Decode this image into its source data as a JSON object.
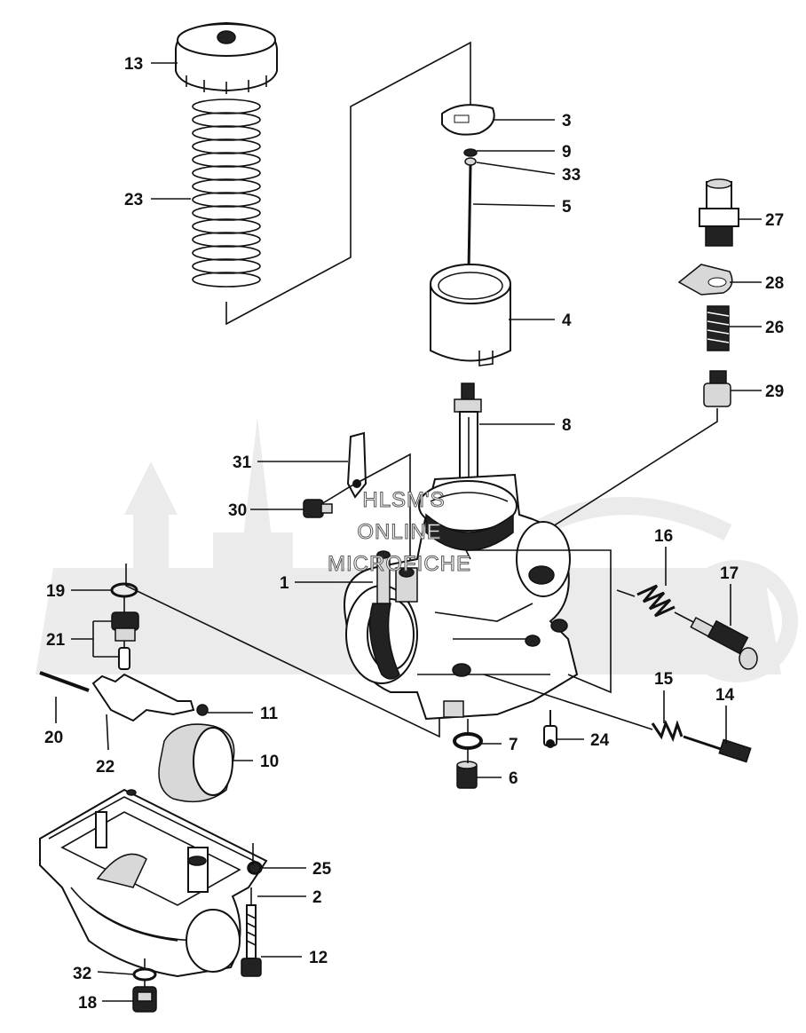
{
  "watermark": {
    "line1": "HLSM'S",
    "line2": "ONLINE",
    "line3": "MICROFICHE"
  },
  "callouts": [
    "13",
    "23",
    "3",
    "9",
    "33",
    "5",
    "4",
    "8",
    "27",
    "28",
    "26",
    "29",
    "31",
    "30",
    "1",
    "16",
    "17",
    "19",
    "21",
    "20",
    "22",
    "11",
    "10",
    "15",
    "14",
    "7",
    "24",
    "6",
    "25",
    "2",
    "12",
    "32",
    "18"
  ],
  "colors": {
    "ink": "#111111",
    "background": "#ffffff",
    "watermark": "#e6e6e6"
  }
}
